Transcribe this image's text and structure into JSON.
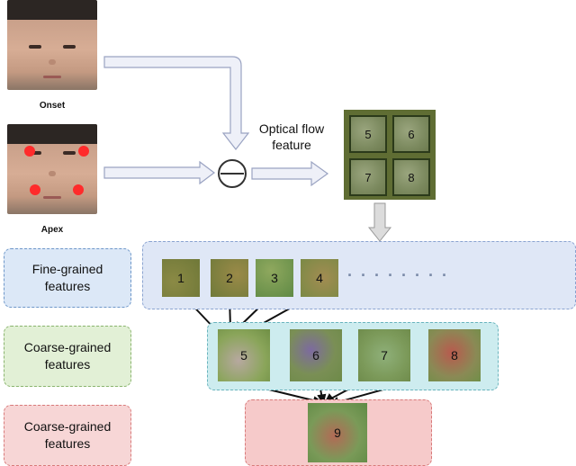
{
  "onset_caption": "Onset",
  "apex_caption": "Apex",
  "optical_flow_label": "Optical flow\nfeature",
  "flow_tiles": [
    "5",
    "6",
    "7",
    "8"
  ],
  "fine_label": "Fine-grained\nfeatures",
  "coarse_label_1": "Coarse-grained\nfeatures",
  "coarse_label_2": "Coarse-grained\nfeatures",
  "fine_patches": [
    "1",
    "2",
    "3",
    "4"
  ],
  "fine_ellipsis": "· · · · · · · ·",
  "coarse_patches": [
    "5",
    "6",
    "7",
    "8"
  ],
  "final_patch": "9",
  "colors": {
    "fine_fill": "#dce8f7",
    "fine_border": "#6e97c9",
    "coarse_fill": "#e2f0d6",
    "coarse_border": "#8ab46e",
    "final_fill": "#f7d6d6",
    "final_border": "#d87a7a",
    "panel_blue": "#dfe7f6",
    "panel_cyan": "#cdecef",
    "panel_pink": "#f6caca"
  }
}
